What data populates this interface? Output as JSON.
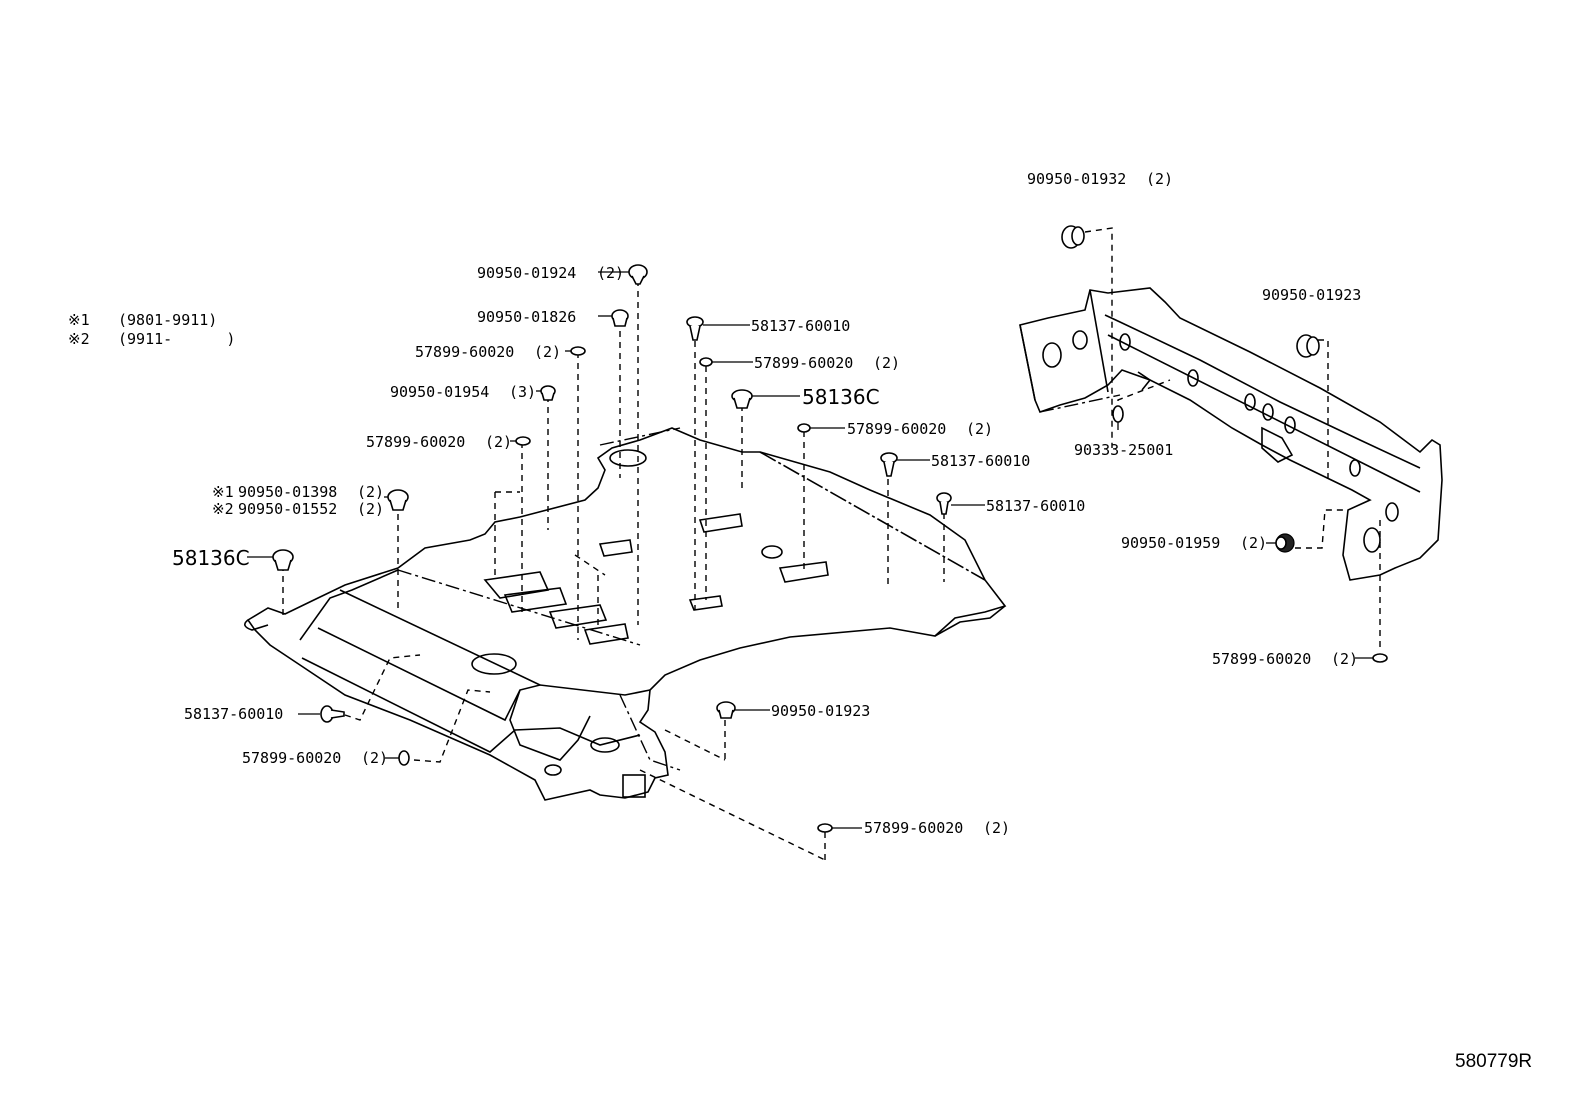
{
  "notes": [
    {
      "mark": "※1",
      "text": "(9801-9911)"
    },
    {
      "mark": "※2",
      "text": "(9911-      )"
    }
  ],
  "callouts": {
    "c1": "90950-01924",
    "c1q": "(2)",
    "c2": "90950-01826",
    "c3": "57899-60020",
    "c3q": "(2)",
    "c4": "90950-01954",
    "c4q": "(3)",
    "c5": "57899-60020",
    "c5q": "(2)",
    "c6m": "※1",
    "c6": "90950-01398",
    "c6q": "(2)",
    "c7m": "※2",
    "c7": "90950-01552",
    "c7q": "(2)",
    "c8": "58136C",
    "c9": "58137-60010",
    "c10": "57899-60020",
    "c10q": "(2)",
    "c11": "58137-60010",
    "c12": "57899-60020",
    "c12q": "(2)",
    "c13": "58136C",
    "c14": "57899-60020",
    "c14q": "(2)",
    "c15": "58137-60010",
    "c16": "58137-60010",
    "c17": "90950-01923",
    "c18": "57899-60020",
    "c18q": "(2)",
    "c19": "90950-01932",
    "c19q": "(2)",
    "c20": "90950-01923",
    "c21": "90333-25001",
    "c22": "90950-01959",
    "c22q": "(2)",
    "c23": "57899-60020",
    "c23q": "(2)"
  },
  "diagram_code": "580779R"
}
